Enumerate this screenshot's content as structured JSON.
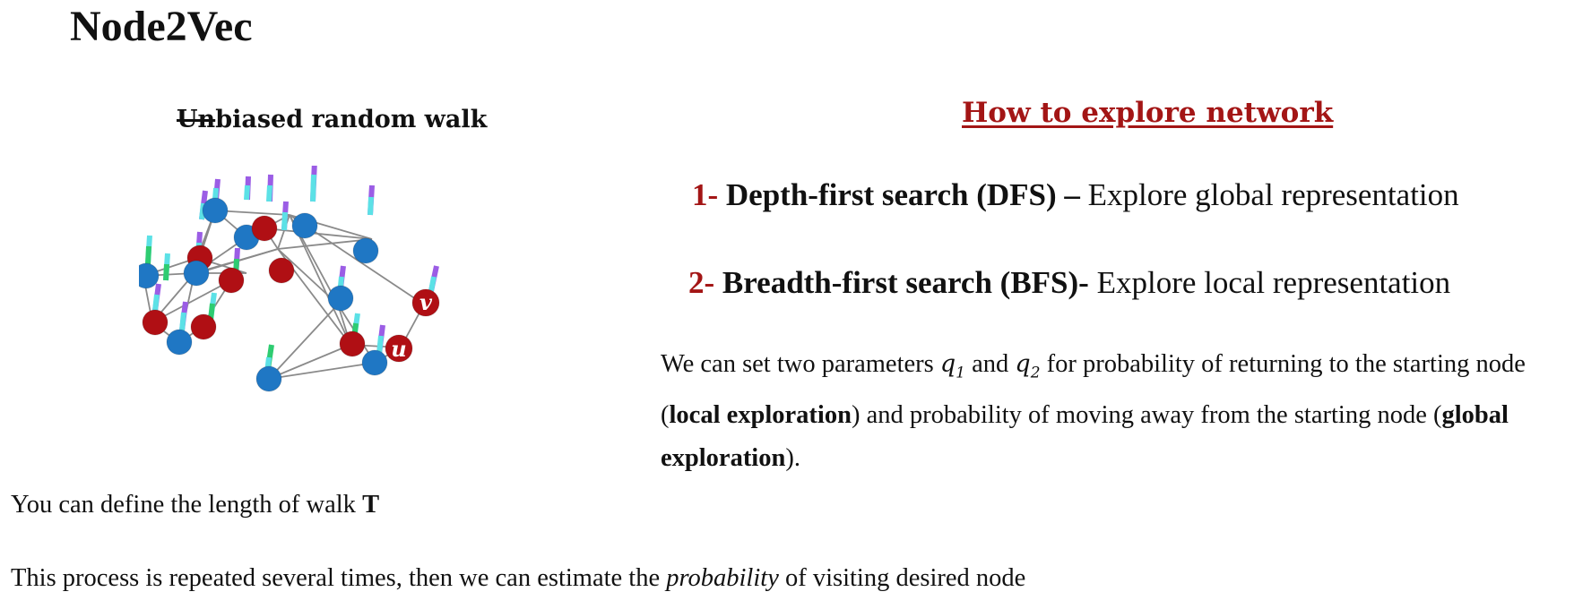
{
  "slide": {
    "title": "Node2Vec",
    "graph_title_prefix": "Un",
    "graph_title_rest": "biased random walk",
    "graph_node_labels": {
      "v": "v",
      "u": "u"
    },
    "explore_heading": "How to explore network",
    "items": [
      {
        "num": "1-",
        "bold": "Depth-first search (DFS) –",
        "rest": " Explore global representation"
      },
      {
        "num": "2-",
        "bold": "Breadth-first search (BFS)-",
        "rest": " Explore local representation"
      }
    ],
    "params": {
      "t1": "We can set two parameters ",
      "q": "q",
      "sub1": "1",
      "and": " and ",
      "sub2": "2",
      "t2": " for probability of returning to the starting node (",
      "b1": "local exploration",
      "t3": ") and probability of moving away from the starting node (",
      "b2": "global exploration",
      "t4": ")."
    },
    "walk_length_text": "You can define the length of walk ",
    "walk_length_var": "T",
    "process_t1": "This process is repeated several times, then we can estimate the ",
    "process_em": "probability",
    "process_t2": " of visiting desired node",
    "colors": {
      "accent": "#a31515",
      "blue_node": "#1f77c4",
      "red_node": "#b00f14",
      "edge": "#8a8a8a"
    }
  }
}
